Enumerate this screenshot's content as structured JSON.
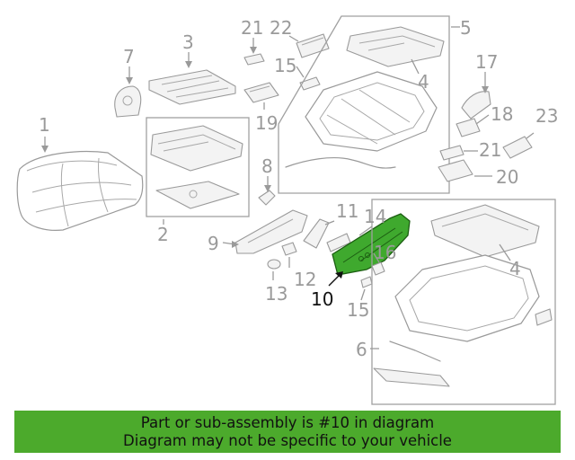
{
  "diagram": {
    "callouts": {
      "c1": "1",
      "c2": "2",
      "c3": "3",
      "c4a": "4",
      "c4b": "4",
      "c5": "5",
      "c6": "6",
      "c7": "7",
      "c8": "8",
      "c9": "9",
      "c10": "10",
      "c11": "11",
      "c12": "12",
      "c13": "13",
      "c14": "14",
      "c15a": "15",
      "c15b": "15",
      "c16": "16",
      "c17": "17",
      "c18": "18",
      "c19": "19",
      "c20": "20",
      "c21a": "21",
      "c21b": "21",
      "c22": "22",
      "c23": "23"
    },
    "highlighted_part": "10",
    "colors": {
      "highlight": "#3fa92e",
      "banner": "#4caa2c",
      "line": "#9a9a9a"
    }
  },
  "banner": {
    "line1": "Part or sub-assembly is #10 in diagram",
    "line2": "Diagram may not be specific to your vehicle"
  }
}
